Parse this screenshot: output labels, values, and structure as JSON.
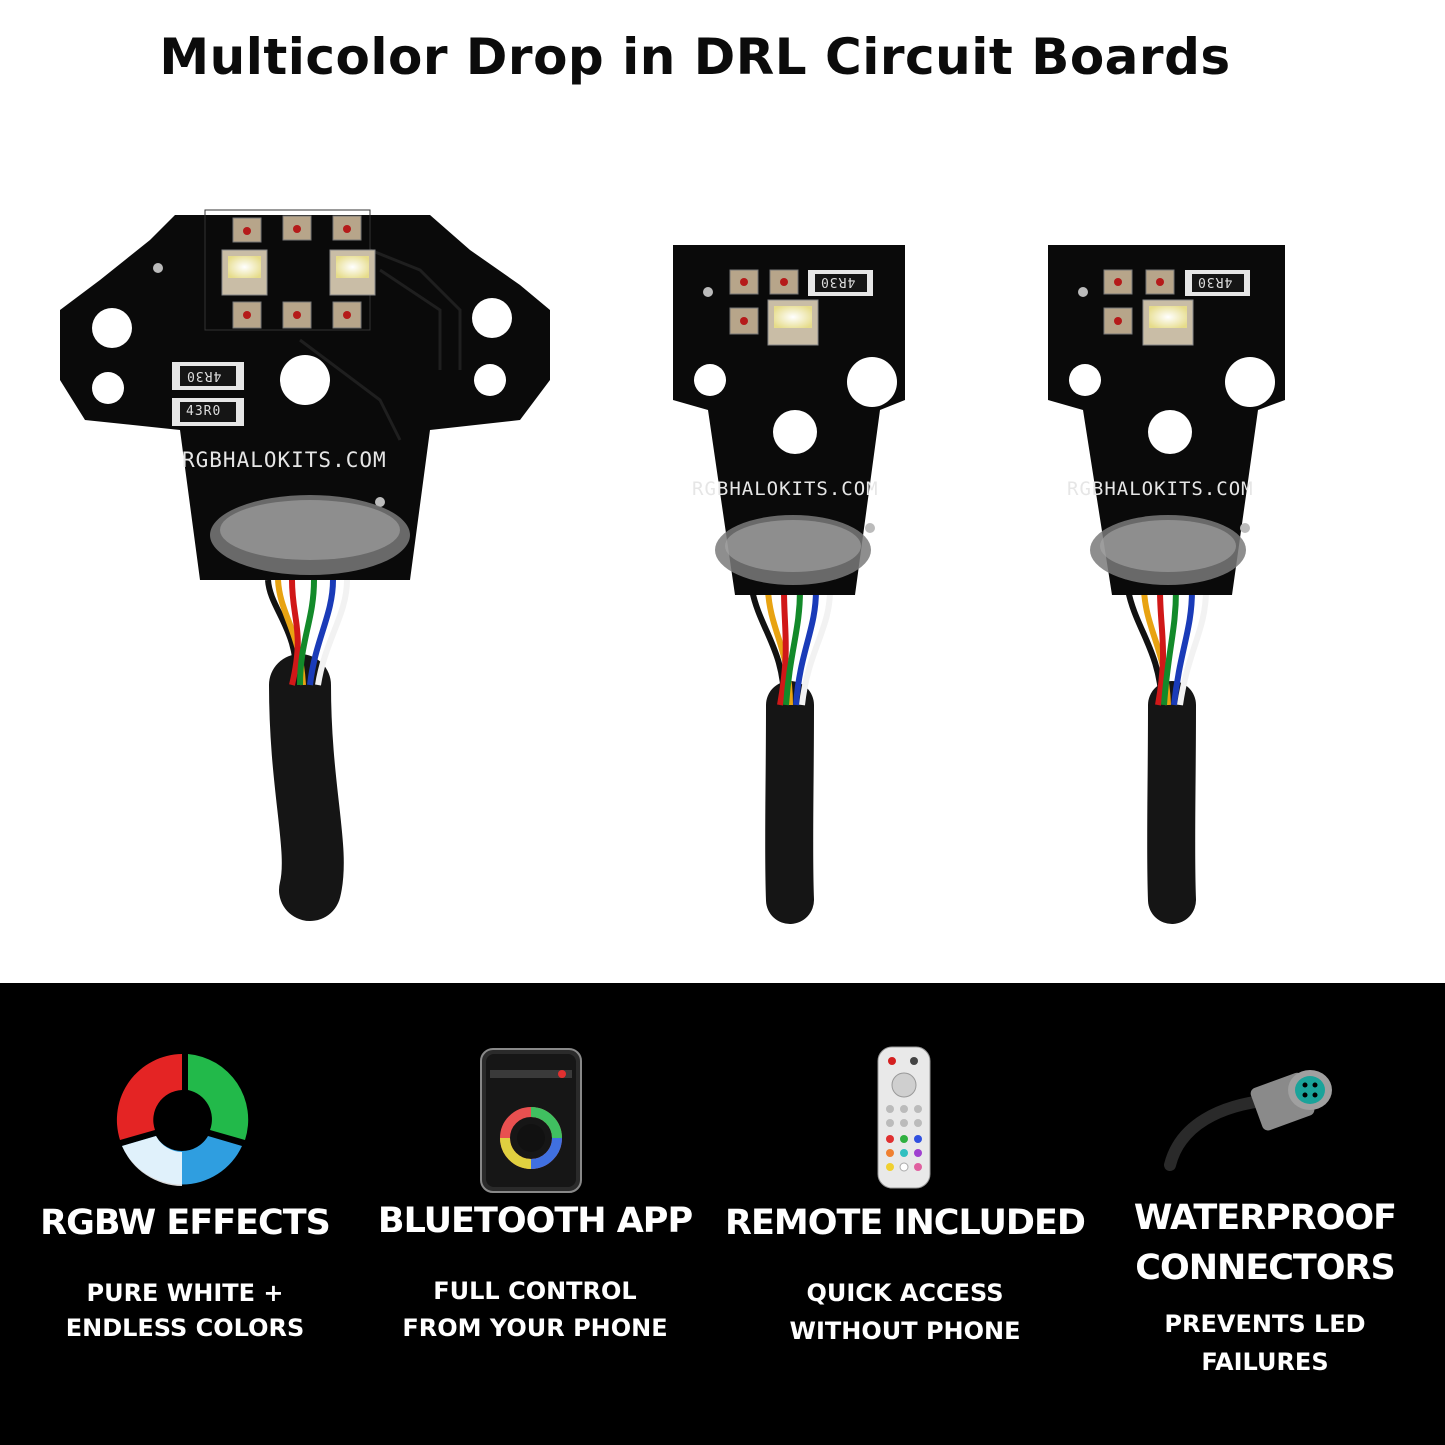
{
  "header": {
    "title": "Multicolor Drop in DRL Circuit Boards"
  },
  "boards": [
    {
      "brand": "RGBHALOKITS.COM",
      "resistors": [
        "4R30",
        "43R0"
      ]
    },
    {
      "brand": "RGBHALOKITS.COM",
      "resistors": [
        "4R30"
      ]
    },
    {
      "brand": "RGBHALOKITS.COM",
      "resistors": [
        "4R30"
      ]
    }
  ],
  "features": [
    {
      "icon": "rgbw-ring-icon",
      "title": "RGBW EFFECTS",
      "line1": "PURE WHITE +",
      "line2": "ENDLESS COLORS"
    },
    {
      "icon": "smartphone-app-icon",
      "title": "BLUETOOTH APP",
      "line1": "FULL CONTROL",
      "line2": "FROM YOUR PHONE"
    },
    {
      "icon": "remote-control-icon",
      "title": "REMOTE INCLUDED",
      "line1": "QUICK ACCESS",
      "line2": "WITHOUT PHONE"
    },
    {
      "icon": "waterproof-connector-icon",
      "title1": "WATERPROOF",
      "title2": "CONNECTORS",
      "line1": "PREVENTS LED",
      "line2": "FAILURES"
    }
  ],
  "colors": {
    "band": "#000000",
    "board": "#0a0a0a",
    "wire_red": "#d01818",
    "wire_green": "#138a2a",
    "wire_blue": "#1a3bb8",
    "wire_yellow": "#e8a312",
    "wire_white": "#f2f2f2"
  }
}
